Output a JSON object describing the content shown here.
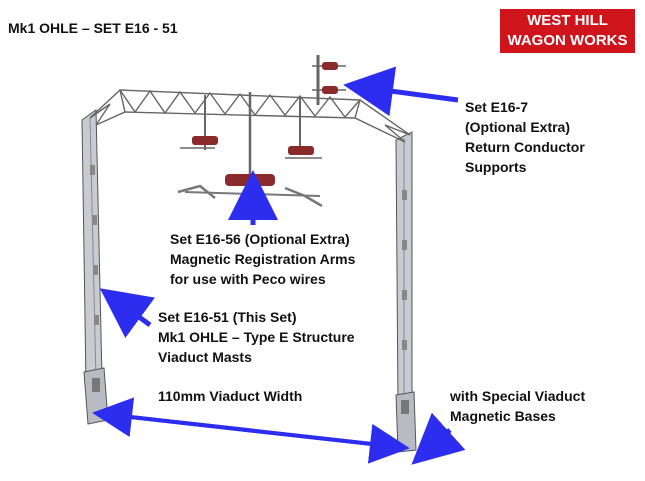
{
  "title": "Mk1 OHLE – SET E16 - 51",
  "logo": {
    "line1": "WEST HILL",
    "line2": "WAGON WORKS"
  },
  "labels": {
    "return_conductor": [
      "Set E16-7",
      "(Optional Extra)",
      "Return Conductor",
      "Supports"
    ],
    "registration_arms": [
      "Set E16-56 (Optional Extra)",
      "Magnetic Registration Arms",
      "for use with Peco wires"
    ],
    "this_set": [
      "Set E16-51 (This Set)",
      "Mk1 OHLE – Type E Structure",
      "Viaduct Masts"
    ],
    "width": "110mm Viaduct Width",
    "bases": [
      "with Special Viaduct",
      "Magnetic Bases"
    ]
  },
  "colors": {
    "arrow": "#2d2df0",
    "insulator": "#8b2a2a",
    "steel": "#c8ccd2",
    "logo": "#d0141c"
  }
}
